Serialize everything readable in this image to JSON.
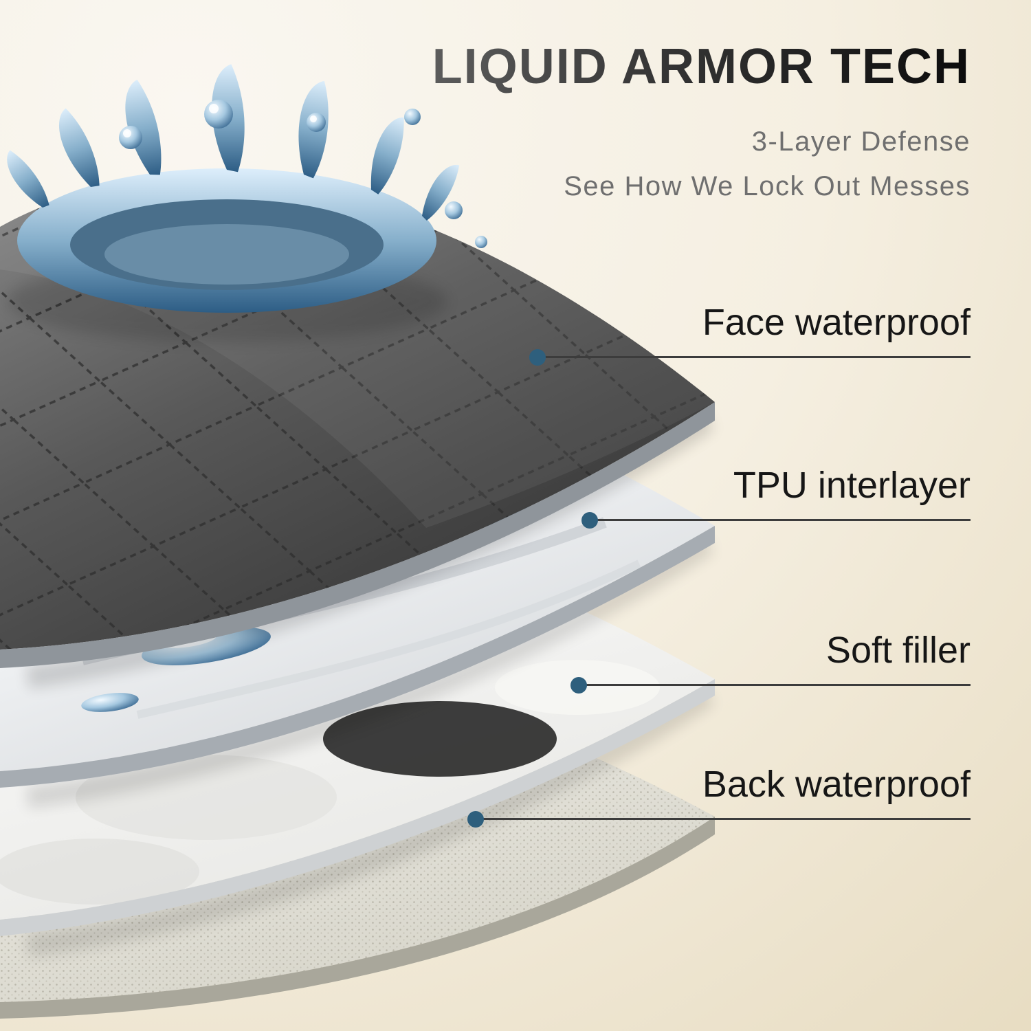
{
  "title": "LIQUID ARMOR TECH",
  "subtitle": {
    "line1": "3-Layer Defense",
    "line2": "See How We Lock Out Messes"
  },
  "callouts": [
    {
      "label": "Face waterproof"
    },
    {
      "label": "TPU interlayer"
    },
    {
      "label": "Soft filler"
    },
    {
      "label": "Back waterproof"
    }
  ],
  "graphics": {
    "splash": "water-splash",
    "layers": [
      "face-waterproof-quilted-sheet",
      "tpu-interlayer-sheet",
      "soft-filler-sheet",
      "back-waterproof-sheet"
    ]
  },
  "colors": {
    "background_light": "#faf7f1",
    "background_edge": "#e8ddc3",
    "title_text": "#2b2b2b",
    "subtitle_text": "#6f6f6f",
    "label_text": "#161616",
    "callout_line": "#3c3c3c",
    "accent_dot": "#2e5f7d",
    "face_layer_dark": "#4a4a4a",
    "water_blue": "#4f83ab"
  }
}
